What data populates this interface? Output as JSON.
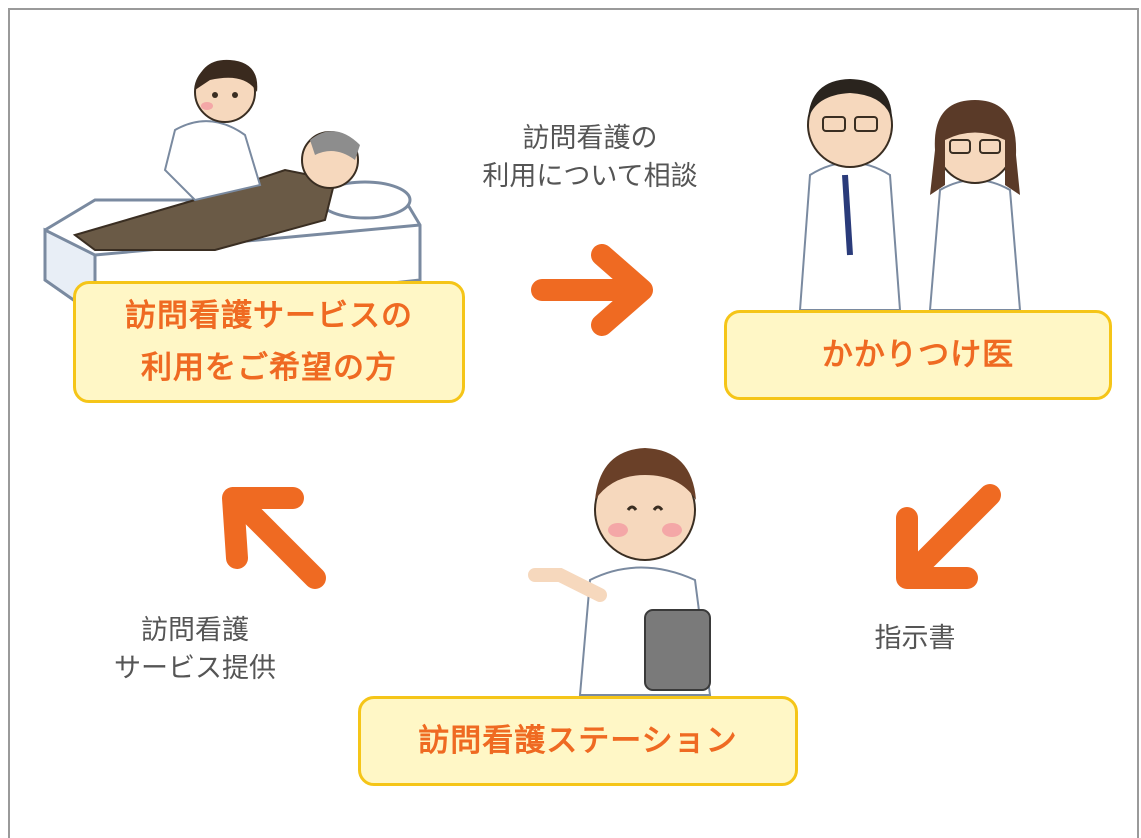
{
  "nodes": {
    "patient": {
      "line1": "訪問看護サービスの",
      "line2": "利用をご希望の方"
    },
    "doctor": {
      "label": "かかりつけ医"
    },
    "station": {
      "label": "訪問看護ステーション"
    }
  },
  "edges": {
    "consult": {
      "line1": "訪問看護の",
      "line2": "利用について相談"
    },
    "instruction": {
      "label": "指示書"
    },
    "service": {
      "line1": "訪問看護",
      "line2": "サービス提供"
    }
  },
  "colors": {
    "arrow": "#ef6a22",
    "box_fill": "#fff7c6",
    "box_border": "#f5c518",
    "box_text": "#ef6a22",
    "note_text": "#555555"
  }
}
